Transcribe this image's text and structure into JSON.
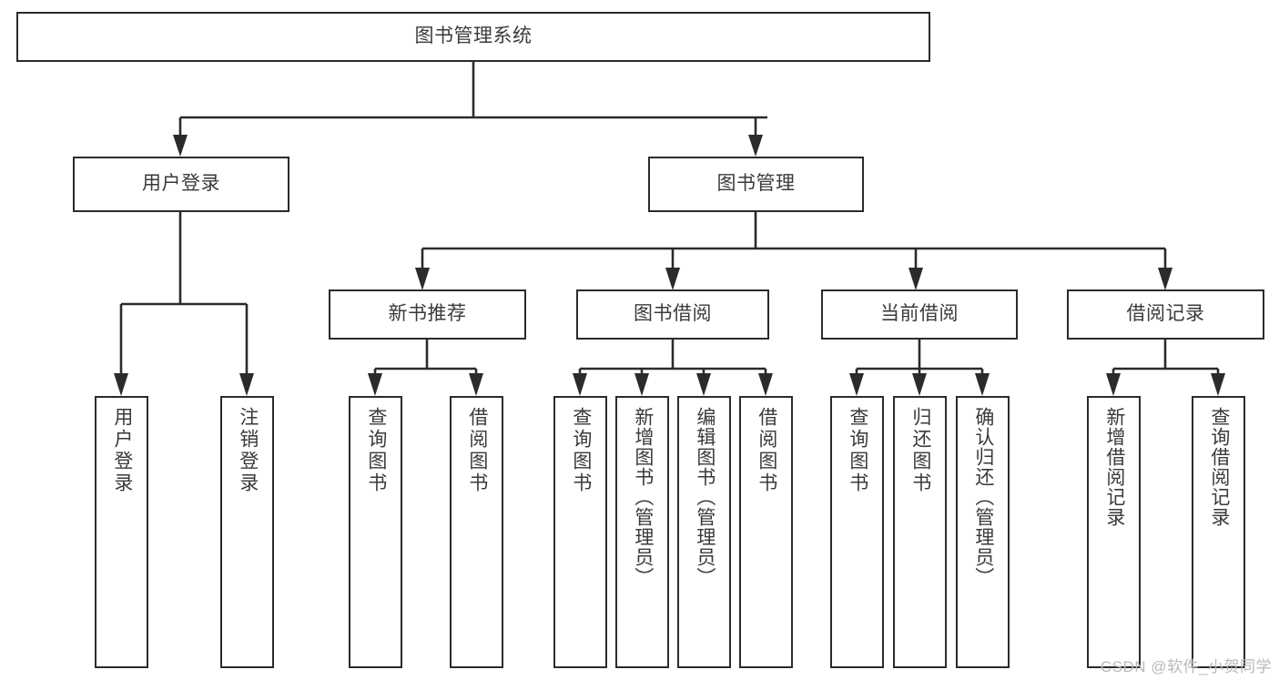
{
  "diagram": {
    "title": "图书管理系统",
    "type": "hierarchy-tree",
    "orientation": "top-down",
    "colors": {
      "box_stroke": "#2b2b2b",
      "box_fill": "#ffffff",
      "text": "#3a3a3a",
      "connector": "#2b2b2b",
      "watermark": "#b9b9b9",
      "background": "#ffffff"
    },
    "levels": [
      {
        "level": 1,
        "nodes": [
          {
            "id": "root",
            "label": "图书管理系统",
            "orientation": "horizontal"
          }
        ]
      },
      {
        "level": 2,
        "nodes": [
          {
            "id": "user-login",
            "label": "用户登录",
            "orientation": "horizontal",
            "parent": "root"
          },
          {
            "id": "book-manage",
            "label": "图书管理",
            "orientation": "horizontal",
            "parent": "root"
          }
        ]
      },
      {
        "level": 3,
        "nodes": [
          {
            "id": "new-book-rec",
            "label": "新书推荐",
            "orientation": "horizontal",
            "parent": "book-manage"
          },
          {
            "id": "book-borrow",
            "label": "图书借阅",
            "orientation": "horizontal",
            "parent": "book-manage"
          },
          {
            "id": "current-borrow",
            "label": "当前借阅",
            "orientation": "horizontal",
            "parent": "book-manage"
          },
          {
            "id": "borrow-record",
            "label": "借阅记录",
            "orientation": "horizontal",
            "parent": "book-manage"
          }
        ]
      },
      {
        "level": 4,
        "nodes": [
          {
            "id": "leaf-user-login",
            "label": "用户登录",
            "orientation": "vertical",
            "parent": "user-login"
          },
          {
            "id": "leaf-user-logout",
            "label": "注销登录",
            "orientation": "vertical",
            "parent": "user-login"
          },
          {
            "id": "leaf-rec-query",
            "label": "查询图书",
            "orientation": "vertical",
            "parent": "new-book-rec"
          },
          {
            "id": "leaf-rec-borrow",
            "label": "借阅图书",
            "orientation": "vertical",
            "parent": "new-book-rec"
          },
          {
            "id": "leaf-borrow-query",
            "label": "查询图书",
            "orientation": "vertical",
            "parent": "book-borrow"
          },
          {
            "id": "leaf-borrow-add",
            "label": "新增图书（管理员）",
            "orientation": "vertical",
            "parent": "book-borrow"
          },
          {
            "id": "leaf-borrow-edit",
            "label": "编辑图书（管理员）",
            "orientation": "vertical",
            "parent": "book-borrow"
          },
          {
            "id": "leaf-borrow-lend",
            "label": "借阅图书",
            "orientation": "vertical",
            "parent": "book-borrow"
          },
          {
            "id": "leaf-cur-query",
            "label": "查询图书",
            "orientation": "vertical",
            "parent": "current-borrow"
          },
          {
            "id": "leaf-cur-return",
            "label": "归还图书",
            "orientation": "vertical",
            "parent": "current-borrow"
          },
          {
            "id": "leaf-cur-confirm",
            "label": "确认归还（管理员）",
            "orientation": "vertical",
            "parent": "current-borrow"
          },
          {
            "id": "leaf-rec-add",
            "label": "新增借阅记录",
            "orientation": "vertical",
            "parent": "borrow-record"
          },
          {
            "id": "leaf-rec-query2",
            "label": "查询借阅记录",
            "orientation": "vertical",
            "parent": "borrow-record"
          }
        ]
      }
    ]
  },
  "watermark": {
    "text": "CSDN @软件_小贺同学"
  }
}
